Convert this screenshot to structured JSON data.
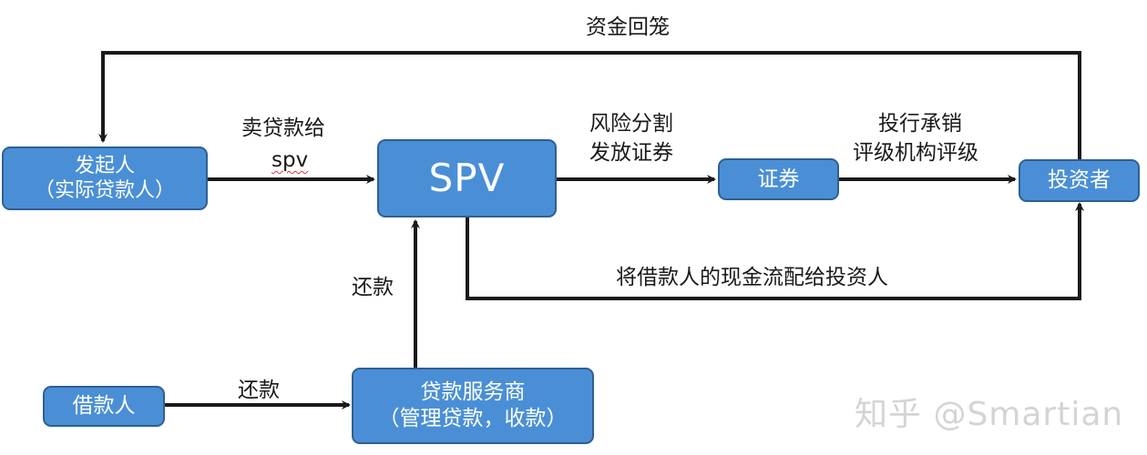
{
  "nodes": {
    "originator": {
      "line1": "发起人",
      "line2": "（实际贷款人）"
    },
    "spv": {
      "label": "SPV"
    },
    "securities": {
      "label": "证券"
    },
    "investor": {
      "label": "投资者"
    },
    "borrower": {
      "label": "借款人"
    },
    "servicer": {
      "line1": "贷款服务商",
      "line2": "（管理贷款，收款）"
    }
  },
  "edges": {
    "funds_return": "资金回笼",
    "sell_loans_line1": "卖贷款给",
    "sell_loans_line2": "spv",
    "risk_line1": "风险分割",
    "risk_line2": "发放证券",
    "underwrite_line1": "投行承销",
    "underwrite_line2": "评级机构评级",
    "cashflow_to_investors": "将借款人的现金流配给投资人",
    "repay_to_spv": "还款",
    "repay_to_servicer": "还款"
  },
  "watermark": "知乎 @Smartian",
  "colors": {
    "node_fill": "#4a8fd6",
    "node_border": "#2f5f93",
    "line": "#1a1a1a"
  }
}
